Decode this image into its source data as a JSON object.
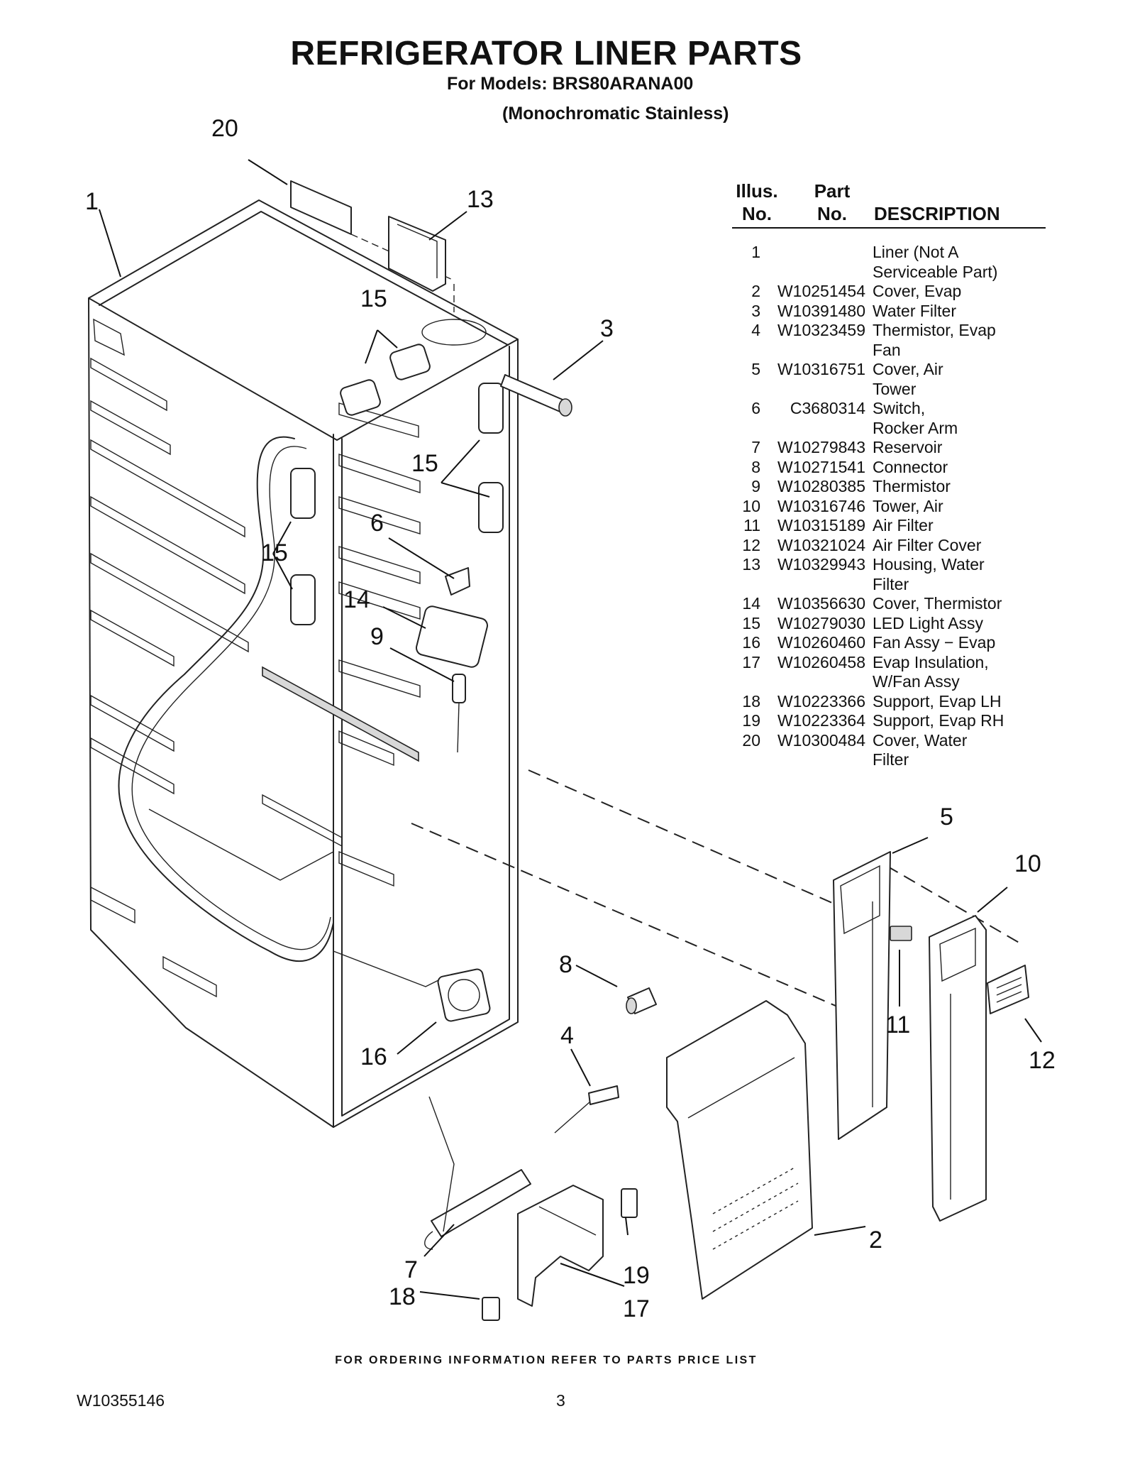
{
  "header": {
    "title": "REFRIGERATOR LINER PARTS",
    "models": "For Models: BRS80ARANA00",
    "finish": "(Monochromatic Stainless)"
  },
  "table": {
    "headers": {
      "illus_line1": "Illus.",
      "illus_line2": "No.",
      "part_line1": "Part",
      "part_line2": "No.",
      "description": "DESCRIPTION"
    },
    "rows": [
      {
        "illus": "1",
        "part": "",
        "description": "Liner (Not A\nServiceable Part)"
      },
      {
        "illus": "2",
        "part": "W10251454",
        "description": "Cover, Evap"
      },
      {
        "illus": "3",
        "part": "W10391480",
        "description": "Water Filter"
      },
      {
        "illus": "4",
        "part": "W10323459",
        "description": "Thermistor, Evap\nFan"
      },
      {
        "illus": "5",
        "part": "W10316751",
        "description": "Cover, Air\nTower"
      },
      {
        "illus": "6",
        "part": "C3680314",
        "description": "Switch,\nRocker Arm"
      },
      {
        "illus": "7",
        "part": "W10279843",
        "description": "Reservoir"
      },
      {
        "illus": "8",
        "part": "W10271541",
        "description": "Connector"
      },
      {
        "illus": "9",
        "part": "W10280385",
        "description": "Thermistor"
      },
      {
        "illus": "10",
        "part": "W10316746",
        "description": "Tower, Air"
      },
      {
        "illus": "11",
        "part": "W10315189",
        "description": "Air Filter"
      },
      {
        "illus": "12",
        "part": "W10321024",
        "description": "Air Filter Cover"
      },
      {
        "illus": "13",
        "part": "W10329943",
        "description": "Housing, Water\nFilter"
      },
      {
        "illus": "14",
        "part": "W10356630",
        "description": "Cover, Thermistor"
      },
      {
        "illus": "15",
        "part": "W10279030",
        "description": "LED Light Assy"
      },
      {
        "illus": "16",
        "part": "W10260460",
        "description": "Fan Assy − Evap"
      },
      {
        "illus": "17",
        "part": "W10260458",
        "description": "Evap Insulation,\nW/Fan Assy"
      },
      {
        "illus": "18",
        "part": "W10223366",
        "description": "Support, Evap LH"
      },
      {
        "illus": "19",
        "part": "W10223364",
        "description": "Support, Evap RH"
      },
      {
        "illus": "20",
        "part": "W10300484",
        "description": "Cover, Water\nFilter"
      }
    ]
  },
  "callouts": {
    "c1": "1",
    "c2": "2",
    "c3": "3",
    "c4": "4",
    "c5": "5",
    "c6": "6",
    "c7": "7",
    "c8": "8",
    "c9": "9",
    "c10": "10",
    "c11": "11",
    "c12": "12",
    "c13": "13",
    "c14": "14",
    "c15a": "15",
    "c15b": "15",
    "c15c": "15",
    "c16": "16",
    "c17": "17",
    "c18": "18",
    "c19": "19",
    "c20": "20"
  },
  "footer": {
    "note": "FOR ORDERING INFORMATION REFER TO PARTS PRICE LIST",
    "document_number": "W10355146",
    "page_number": "3"
  }
}
